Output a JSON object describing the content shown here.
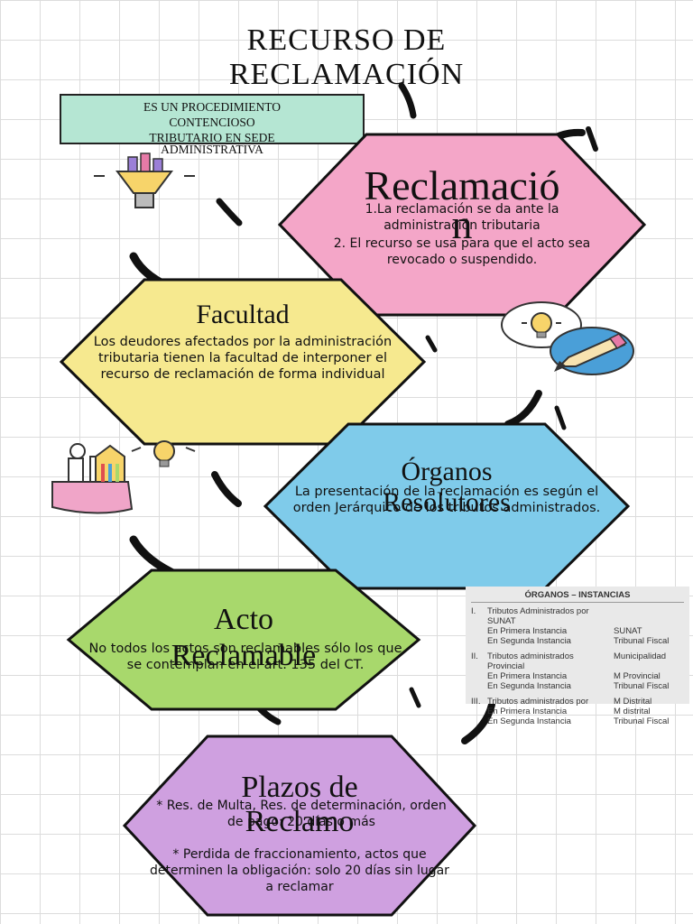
{
  "title": {
    "line1": "RECURSO DE",
    "line2": "RECLAMACIÓN"
  },
  "definition": {
    "line1": "ES UN PROCEDIMIENTO",
    "line2": "CONTENCIOSO",
    "line3": "TRIBUTARIO EN SEDE",
    "line4": "ADMINISTRATIVA"
  },
  "sections": {
    "reclamacion": {
      "title_a": "Reclamació",
      "title_b": "n",
      "text1": "1.La reclamación se da ante la administración tributaria",
      "text2": "2. El recurso se usa para que el acto sea revocado o suspendido.",
      "fill": "#f4a6c8"
    },
    "facultad": {
      "title": "Facultad",
      "text": "Los deudores afectados por la administración tributaria tienen la facultad de interponer el recurso de reclamación de forma individual",
      "fill": "#f6e98f"
    },
    "organos": {
      "title_a": "Órganos",
      "title_b": "Resolutores",
      "text": "La presentación de la reclamación es según el orden Jerárquico de los tributos administrados.",
      "fill": "#7fcbea"
    },
    "acto": {
      "title_a": "Acto",
      "title_b": "Reclamable",
      "text": "No todos los actos son reclamables sólo los que se contemplan en el art. 135 del CT.",
      "fill": "#a8d86c"
    },
    "plazos": {
      "title_a": "Plazos de",
      "title_b": "Reclamo",
      "text1": "* Res. de Multa, Res. de determinación, orden de pago: 20 días o más",
      "text2": "* Perdida de fraccionamiento, actos que determinen la obligación: solo 20 días sin lugar a reclamar",
      "fill": "#cfa0e0"
    }
  },
  "table": {
    "header": "ÓRGANOS – INSTANCIAS",
    "groups": [
      {
        "num": "I.",
        "rows": [
          [
            "Tributos Administrados por SUNAT",
            ""
          ],
          [
            "En Primera Instancia",
            "SUNAT"
          ],
          [
            "En Segunda Instancia",
            "Tribunal Fiscal"
          ]
        ]
      },
      {
        "num": "II.",
        "rows": [
          [
            "Tributos administrados",
            "Municipalidad"
          ],
          [
            "Provincial",
            ""
          ],
          [
            "En Primera Instancia",
            "M Provincial"
          ],
          [
            "En Segunda Instancia",
            "Tribunal Fiscal"
          ]
        ]
      },
      {
        "num": "III.",
        "rows": [
          [
            "Tributos administrados por",
            "M Distrital"
          ],
          [
            "En Primera Instancia",
            "M distrital"
          ],
          [
            "En Segunda Instancia",
            "Tribunal Fiscal"
          ]
        ]
      }
    ]
  },
  "icons": [
    "lightbulb-icon",
    "pencil-icon",
    "desk-icon",
    "arrow-icon"
  ]
}
